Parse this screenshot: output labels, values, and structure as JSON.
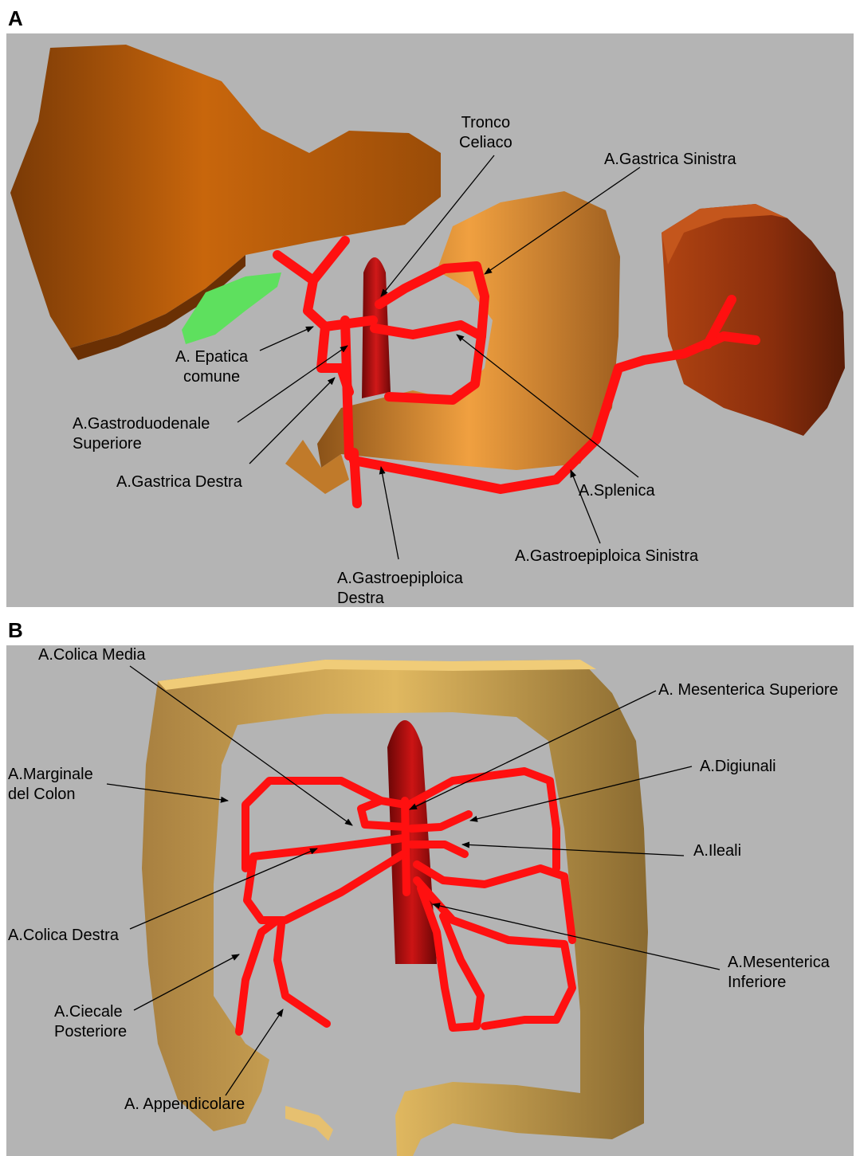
{
  "panels": {
    "a": {
      "letter": "A",
      "labels": {
        "tronco_celiaco": "Tronco\nCeliaco",
        "gastrica_sinistra": "A.Gastrica Sinistra",
        "epatica_comune": "A. Epatica\ncomune",
        "gastroduodenale_superiore": "A.Gastroduodenale\nSuperiore",
        "gastrica_destra": "A.Gastrica Destra",
        "splenica": "A.Splenica",
        "gastroepiploica_sinistra": "A.Gastroepiploica Sinistra",
        "gastroepiploica_destra": "A.Gastroepiploica\nDestra"
      }
    },
    "b": {
      "letter": "B",
      "labels": {
        "colica_media": "A.Colica Media",
        "mesenterica_superiore": "A. Mesenterica Superiore",
        "marginale_colon": "A.Marginale\ndel Colon",
        "digiunali": "A.Digiunali",
        "ileali": "A.Ileali",
        "colica_destra": "A.Colica Destra",
        "mesenterica_inferiore": "A.Mesenterica\nInferiore",
        "ciecale_posteriore": "A.Ciecale\nPosteriore",
        "appendicolare": "A. Appendicolare"
      }
    }
  },
  "colors": {
    "background": "#b4b4b4",
    "artery": "#ff1010",
    "liver": "#c8640a",
    "stomach": "#e08a30",
    "spleen": "#9a3a10",
    "gallbladder": "#50e050",
    "colon": "#d4a850",
    "aorta": "#b01010"
  }
}
